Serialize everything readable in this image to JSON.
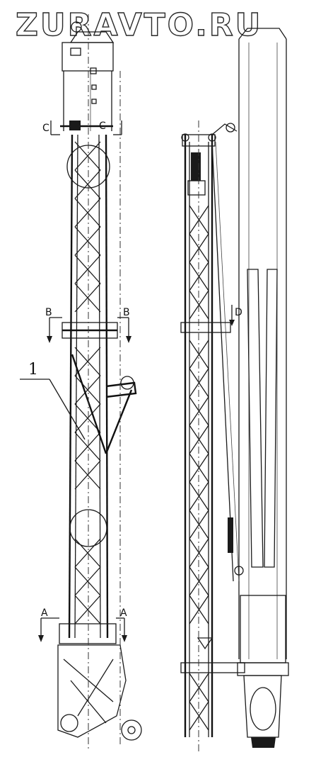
{
  "watermark": "ZURAVTO.RU",
  "labels": {
    "section_c_left": "C",
    "section_c_right": "C",
    "section_b_left": "B",
    "section_b_right": "B",
    "section_a_left": "A",
    "section_a_right": "A",
    "callout_1": "1",
    "section_d": "D"
  },
  "colors": {
    "ink": "#1a1a1a",
    "paper": "#ffffff",
    "watermark_outline": "#2a2a2a"
  }
}
